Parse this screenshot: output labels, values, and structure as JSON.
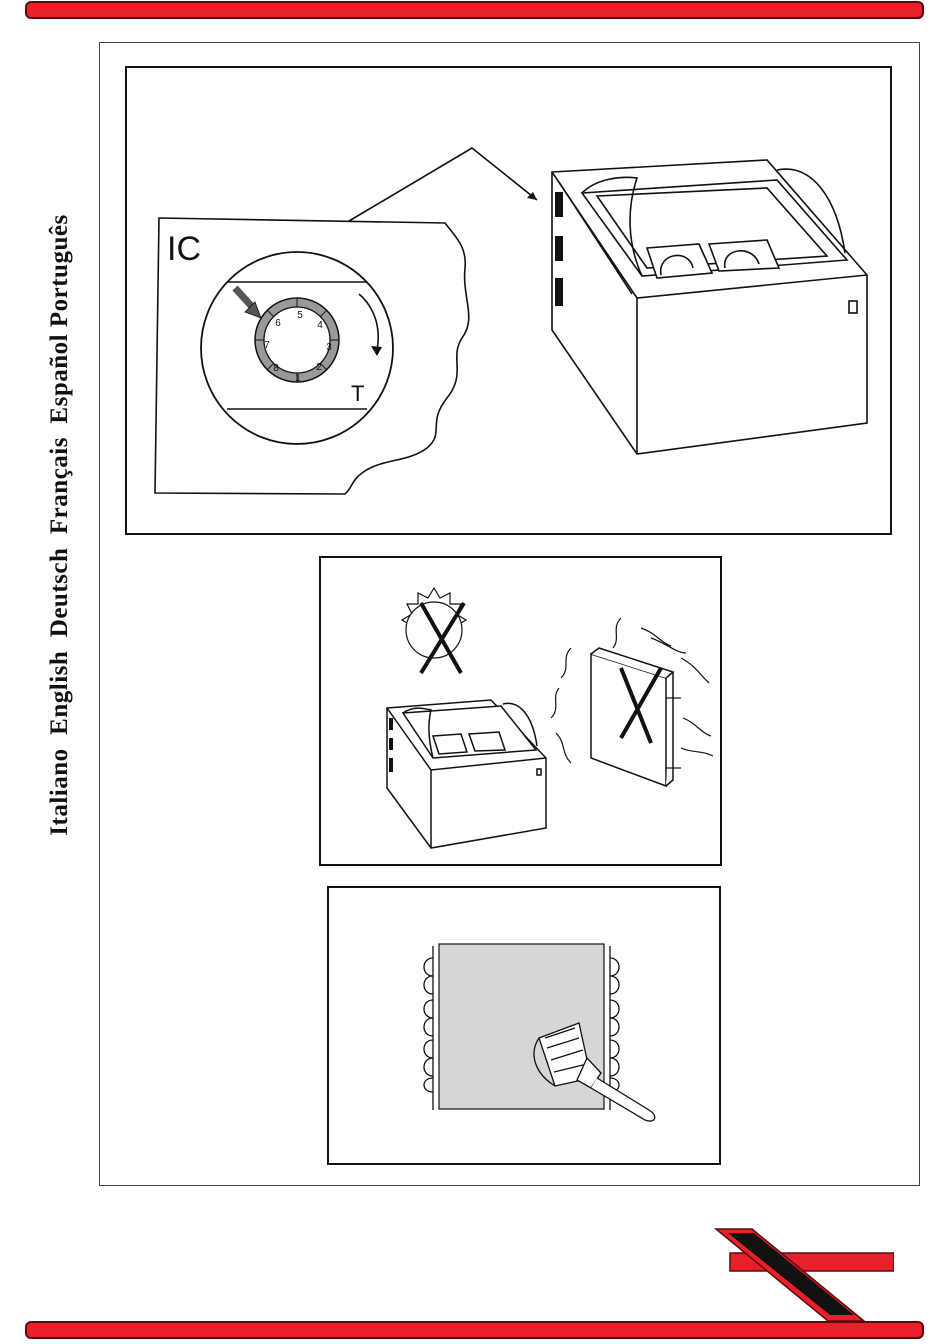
{
  "sidebar": {
    "languages": [
      "Italiano",
      "English",
      "Deutsch",
      "Français",
      "Español",
      "Português"
    ]
  },
  "figure1": {
    "label_ic": "IC",
    "label_t": "T",
    "dial_numbers": [
      "1",
      "2",
      "3",
      "4",
      "5",
      "6",
      "7",
      "8"
    ]
  },
  "colors": {
    "accent_red": "#e8202a",
    "dark": "#111111"
  },
  "icons": {
    "figure1": "thermostat-dial-detail-icon",
    "figure2": "no-sun-no-heat-source-icon",
    "figure3": "condenser-cleaning-brush-icon",
    "logo": "brand-logo-icon"
  }
}
